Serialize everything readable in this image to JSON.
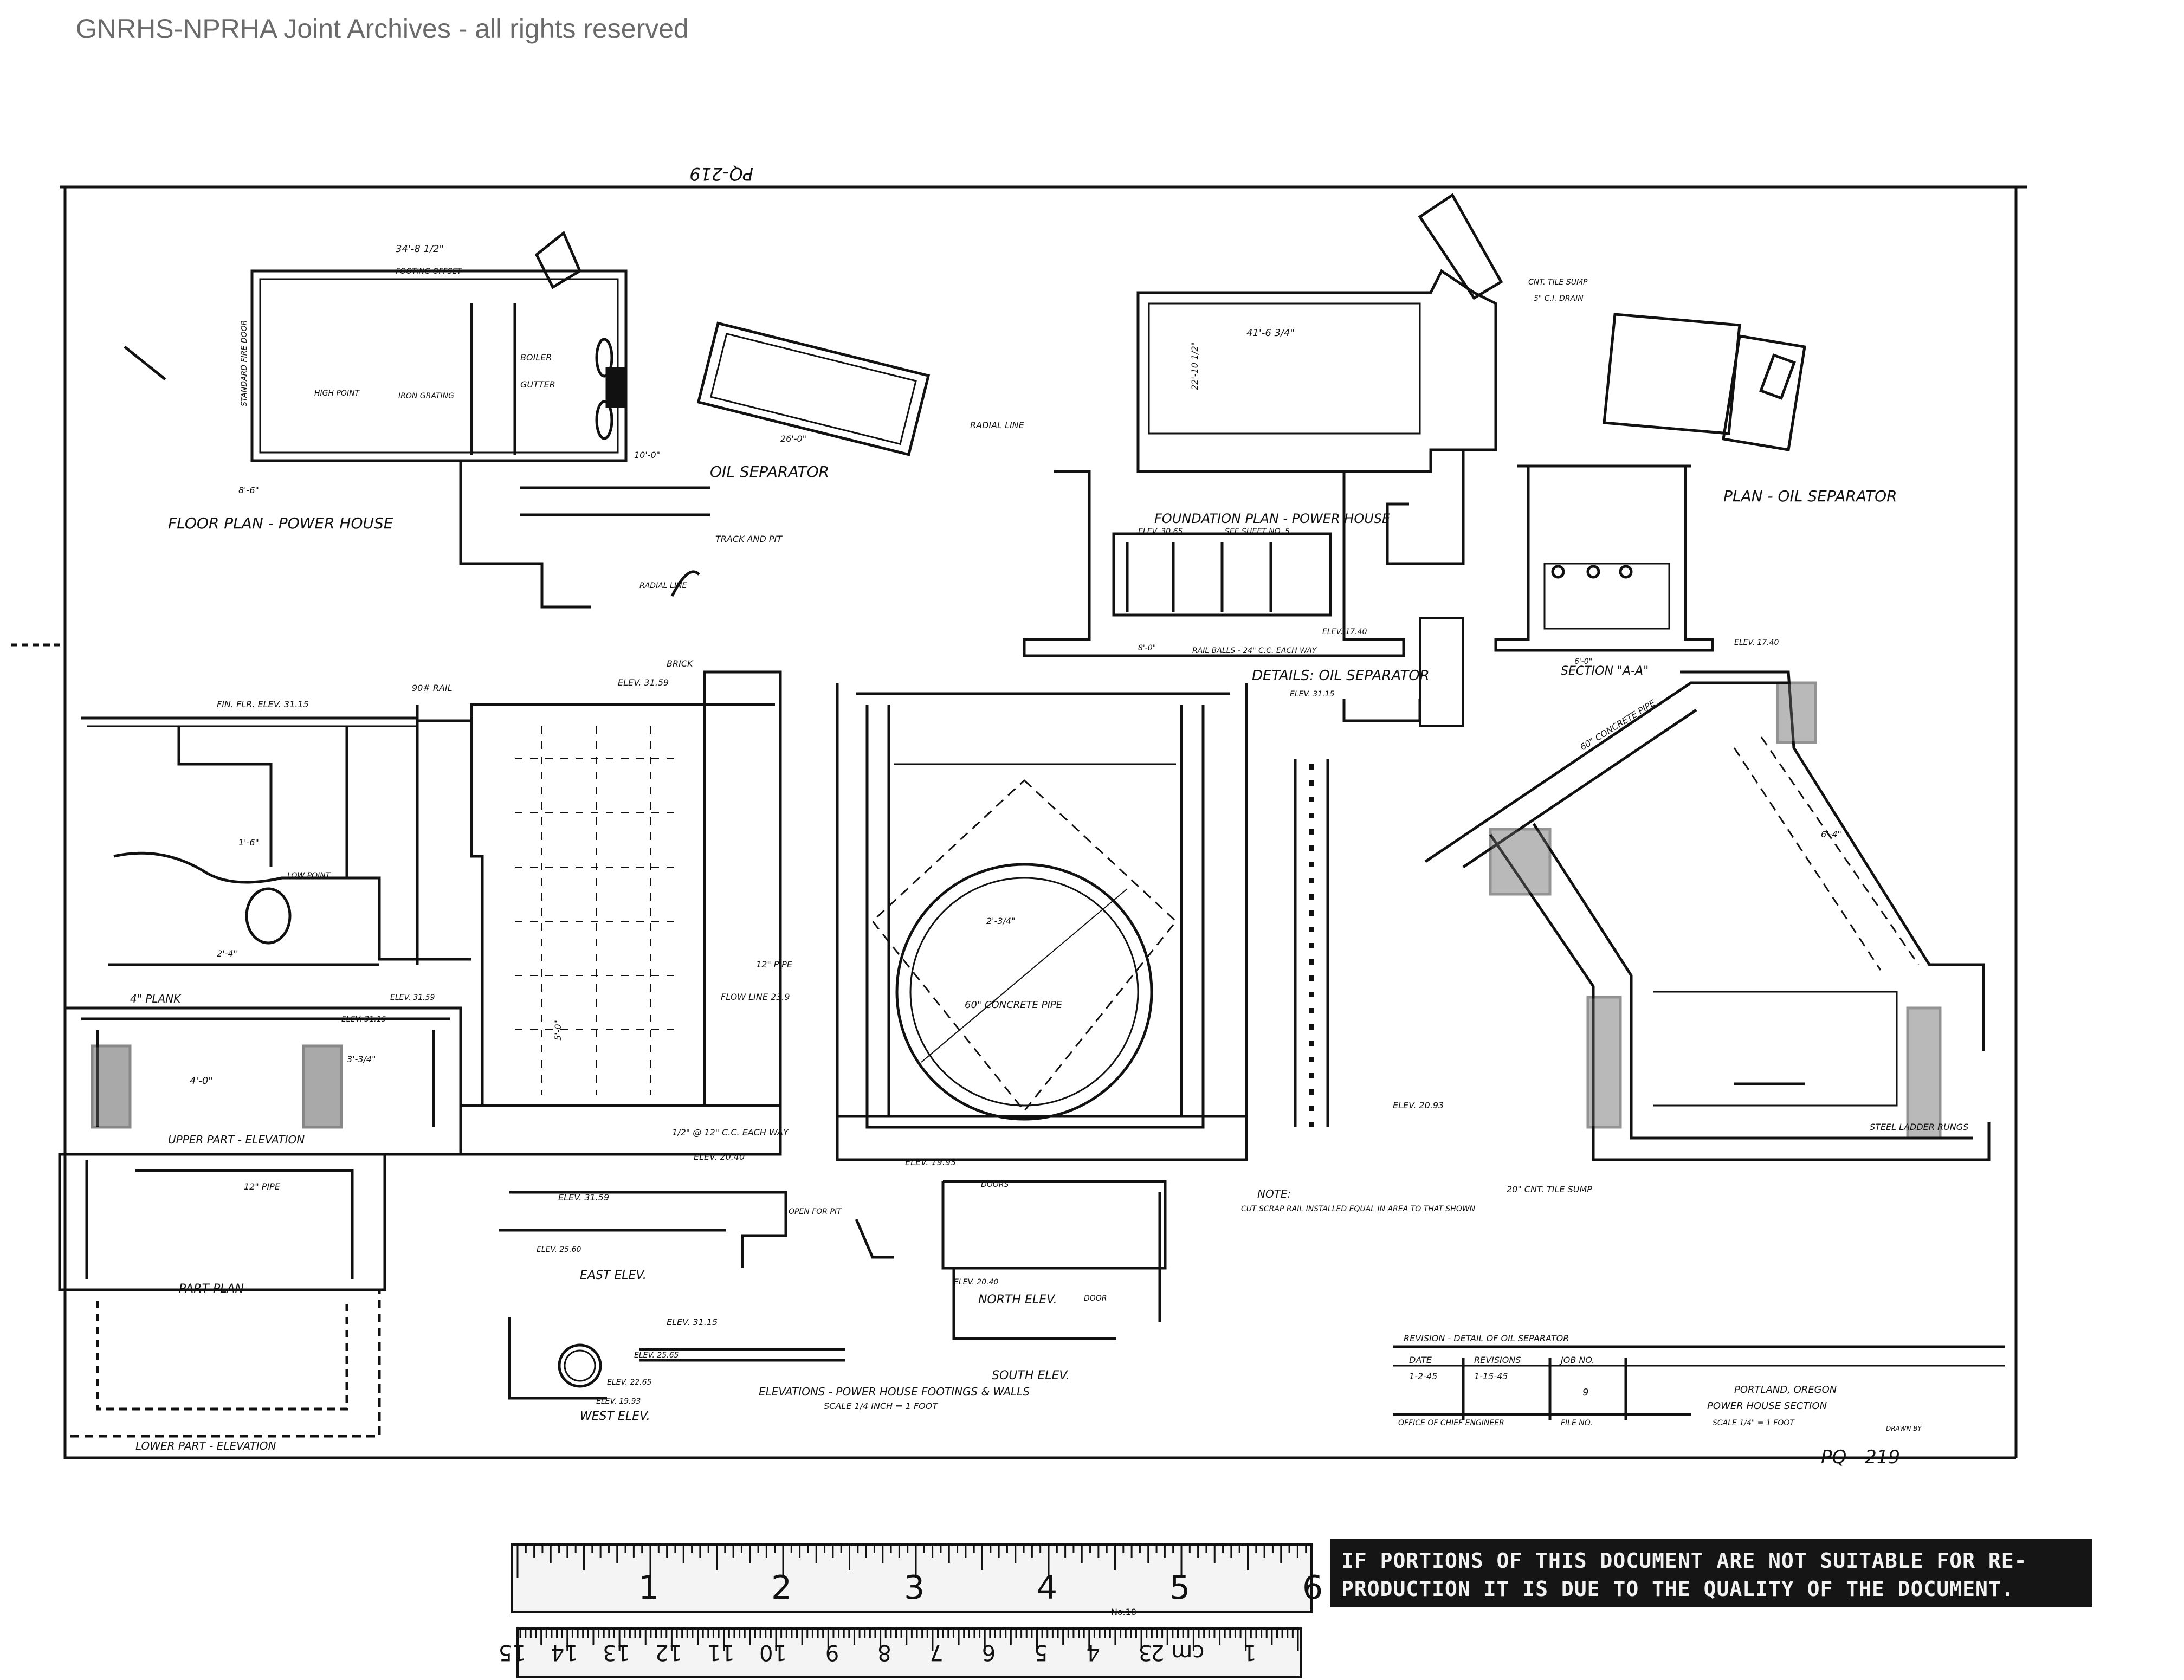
{
  "watermark": "GNRHS-NPRHA Joint Archives - all rights reserved",
  "sheet_no_top": "PQ-219",
  "sheet_no": "PQ - 219",
  "titles": {
    "floor_plan": "FLOOR PLAN - POWER HOUSE",
    "oil_separator": "OIL SEPARATOR",
    "foundation_plan": "FOUNDATION PLAN - POWER HOUSE",
    "plan_oil_separator": "PLAN - OIL SEPARATOR",
    "details_oil_separator": "DETAILS: OIL SEPARATOR",
    "section_aa": "SECTION \"A-A\"",
    "upper_part_elevation": "UPPER PART - ELEVATION",
    "part_plan": "PART PLAN",
    "lower_part_elevation": "LOWER PART - ELEVATION",
    "east_elev": "EAST ELEV.",
    "west_elev": "WEST ELEV.",
    "north_elev": "NORTH ELEV.",
    "south_elev": "SOUTH ELEV.",
    "elevations_caption": "ELEVATIONS - POWER HOUSE FOOTINGS & WALLS",
    "scale_caption": "SCALE 1/4 INCH = 1 FOOT"
  },
  "notes": {
    "note_heading": "NOTE:",
    "note_body": "CUT SCRAP RAIL INSTALLED EQUAL IN AREA TO THAT SHOWN",
    "concrete_pipe": "60\" CONCRETE PIPE",
    "concrete_pipe_2": "60\" CONCRETE PIPE",
    "steel_ladder": "STEEL LADDER RUNGS",
    "tile_sump": "20\" CNT. TILE SUMP",
    "track_and_pit": "TRACK AND PIT",
    "radial_line": "RADIAL LINE",
    "radial_line_2": "RADIAL LINE",
    "boiler": "BOILER",
    "gutter": "GUTTER",
    "iron_grating": "IRON GRATING",
    "high_point": "HIGH POINT",
    "low_point": "LOW POINT",
    "flow_line": "FLOW LINE 23.9",
    "pipe_12": "12\" PIPE",
    "pipe_12_b": "12\" PIPE",
    "plank_4": "4\" PLANK",
    "rail_90": "90# RAIL",
    "brick": "BRICK",
    "each_way": "1/2\" @ 12\" C.C. EACH WAY",
    "rail_balls": "RAIL BALLS - 24\" C.C. EACH WAY",
    "open_for_pit": "OPEN FOR PIT",
    "doors": "DOORS",
    "door": "DOOR",
    "cnt_tile_sump": "CNT. TILE SUMP",
    "c_l_drain": "5\" C.I. DRAIN",
    "footing_offset": "FOOTING OFFSET",
    "fire_door": "STANDARD FIRE DOOR"
  },
  "dimensions": {
    "d1": "34'-8 1/2\"",
    "d2": "41'-6 3/4\"",
    "d3": "22'-10 1/2\"",
    "d4": "26'-0\"",
    "d5": "10'-0\"",
    "d6": "8'-6\"",
    "d7": "6'-4\"",
    "d8": "2'-4\"",
    "d9": "1'-6\"",
    "d10": "4'-0\"",
    "d11": "3'-3/4\"",
    "d12": "2'-3/4\"",
    "d13": "5'-0\"",
    "d14": "6'-0\"",
    "d15": "8'-0\""
  },
  "elevations": {
    "e1": "FIN. FLR. ELEV. 31.15",
    "e2": "ELEV. 31.59",
    "e3": "ELEV. 31.15",
    "e4": "ELEV. 31.59",
    "e5": "ELEV. 20.40",
    "e6": "ELEV. 19.93",
    "e7": "ELEV. 20.93",
    "e8": "ELEV. 17.40",
    "e9": "ELEV. 30.65",
    "e10": "ELEV. 25.60",
    "e11": "ELEV. 25.65",
    "e12": "ELEV. 22.65",
    "e13": "ELEV. 19.93",
    "e14": "ELEV. 31.15",
    "e15": "ELEV. 31.59",
    "e16": "ELEV. 20.40",
    "e17": "ELEV. 17.40",
    "e18": "ELEV. 31.15",
    "e19": "SEE SHEET NO. 5"
  },
  "title_block": {
    "revision_heading": "REVISION - DETAIL OF OIL SEPARATOR",
    "col_date": "DATE",
    "col_revisions": "REVISIONS",
    "col_job": "JOB NO.",
    "date": "1-2-45",
    "revision": "1-15-45",
    "job": "9",
    "office": "OFFICE OF CHIEF ENGINEER",
    "file_no": "FILE NO.",
    "line1": "PORTLAND, OREGON",
    "line2": "POWER HOUSE SECTION",
    "scale": "SCALE 1/4\" = 1 FOOT",
    "drawn": "DRAWN BY"
  },
  "ruler": {
    "inch_labels": [
      "1",
      "2",
      "3",
      "4",
      "5",
      "6"
    ],
    "cm_labels": [
      "1",
      "cm 2",
      "3",
      "4",
      "5",
      "6",
      "7",
      "8",
      "9",
      "10",
      "11",
      "12",
      "13",
      "14",
      "15"
    ],
    "product": "No.18"
  },
  "notice_text": "IF PORTIONS OF THIS DOCUMENT ARE NOT SUITABLE FOR RE- PRODUCTION IT IS DUE TO THE QUALITY OF THE DOCUMENT."
}
